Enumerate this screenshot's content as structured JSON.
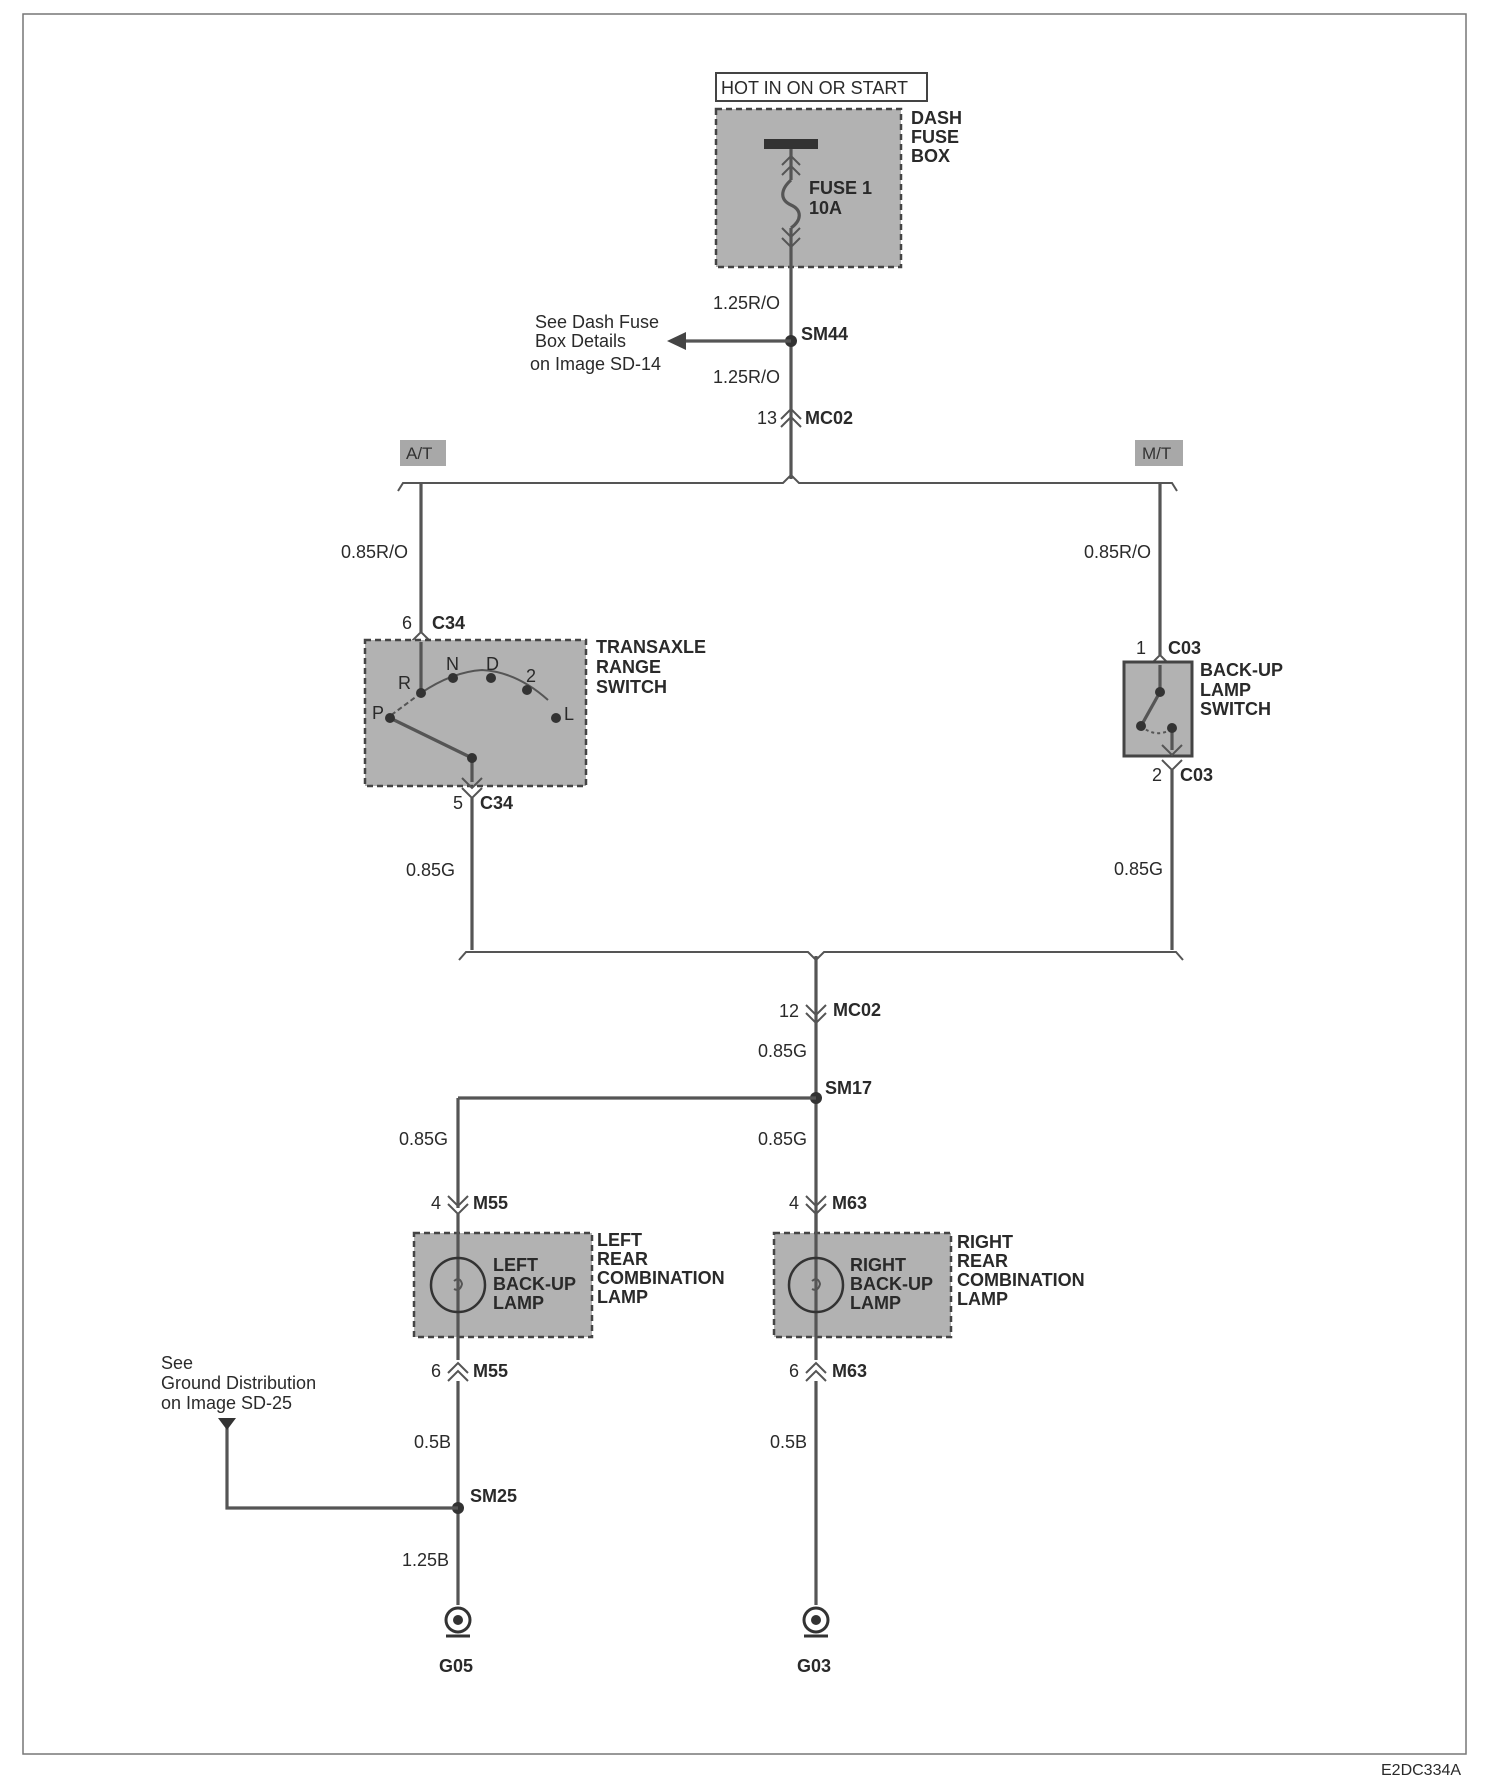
{
  "colors": {
    "wire": "#555555",
    "component_fill": "#b2b2b2",
    "tag_fill": "#a8a8a8",
    "text": "#2a2a2a"
  },
  "power": {
    "hot_label": "HOT IN ON OR START",
    "fuse_box": [
      "DASH",
      "FUSE",
      "BOX"
    ],
    "fuse": [
      "FUSE 1",
      "10A"
    ]
  },
  "splices": {
    "sm44": "SM44",
    "sm17": "SM17",
    "sm25": "SM25"
  },
  "reference_fuse": [
    "See Dash Fuse",
    "Box Details",
    "on Image SD-14"
  ],
  "reference_ground": [
    "See",
    "Ground Distribution",
    "on Image SD-25"
  ],
  "wires": {
    "w1": "1.25R/O",
    "w2": "1.25R/O",
    "at_in": "0.85R/O",
    "mt_in": "0.85R/O",
    "at_out": "0.85G",
    "mt_out": "0.85G",
    "mc02_out": "0.85G",
    "left_feed": "0.85G",
    "right_feed": "0.85G",
    "left_gnd": "0.5B",
    "right_gnd": "0.5B",
    "sm25_gnd": "1.25B"
  },
  "connectors": {
    "mc02_top": {
      "pin": "13",
      "name": "MC02"
    },
    "c34_top": {
      "pin": "6",
      "name": "C34"
    },
    "c34_bot": {
      "pin": "5",
      "name": "C34"
    },
    "c03_top": {
      "pin": "1",
      "name": "C03"
    },
    "c03_bot": {
      "pin": "2",
      "name": "C03"
    },
    "mc02_bot": {
      "pin": "12",
      "name": "MC02"
    },
    "m55_top": {
      "pin": "4",
      "name": "M55"
    },
    "m63_top": {
      "pin": "4",
      "name": "M63"
    },
    "m55_bot": {
      "pin": "6",
      "name": "M55"
    },
    "m63_bot": {
      "pin": "6",
      "name": "M63"
    }
  },
  "options": {
    "at": "A/T",
    "mt": "M/T"
  },
  "transaxle_switch": {
    "name": [
      "TRANSAXLE",
      "RANGE",
      "SWITCH"
    ],
    "positions": [
      "P",
      "R",
      "N",
      "D",
      "2",
      "L"
    ]
  },
  "backup_switch": {
    "name": [
      "BACK-UP",
      "LAMP",
      "SWITCH"
    ]
  },
  "left_lamp": {
    "inner": [
      "LEFT",
      "BACK-UP",
      "LAMP"
    ],
    "outer": [
      "LEFT",
      "REAR",
      "COMBINATION",
      "LAMP"
    ]
  },
  "right_lamp": {
    "inner": [
      "RIGHT",
      "BACK-UP",
      "LAMP"
    ],
    "outer": [
      "RIGHT",
      "REAR",
      "COMBINATION",
      "LAMP"
    ]
  },
  "grounds": {
    "left": "G05",
    "right": "G03"
  },
  "figure_code": "E2DC334A"
}
